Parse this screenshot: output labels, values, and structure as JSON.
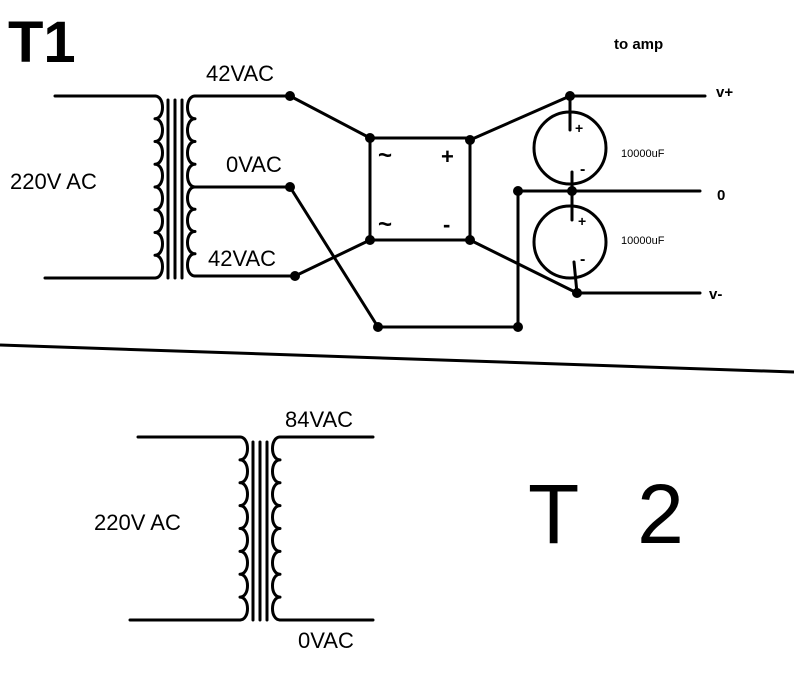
{
  "colors": {
    "ink": "#000000",
    "background": "#ffffff"
  },
  "t1": {
    "title": "T1",
    "primary_label": "220V AC",
    "secondary_top": "42VAC",
    "secondary_mid": "0VAC",
    "secondary_bottom": "42VAC",
    "bridge": {
      "ac_symbol": "~",
      "plus": "+",
      "minus": "-"
    },
    "cap_value": "10000uF",
    "cap_plus": "+",
    "cap_minus": "-",
    "output_header": "to amp",
    "out_pos": "v+",
    "out_zero": "0",
    "out_neg": "v-"
  },
  "t2": {
    "title": "T 2",
    "primary_label": "220V AC",
    "secondary_top": "84VAC",
    "secondary_bottom": "0VAC"
  }
}
